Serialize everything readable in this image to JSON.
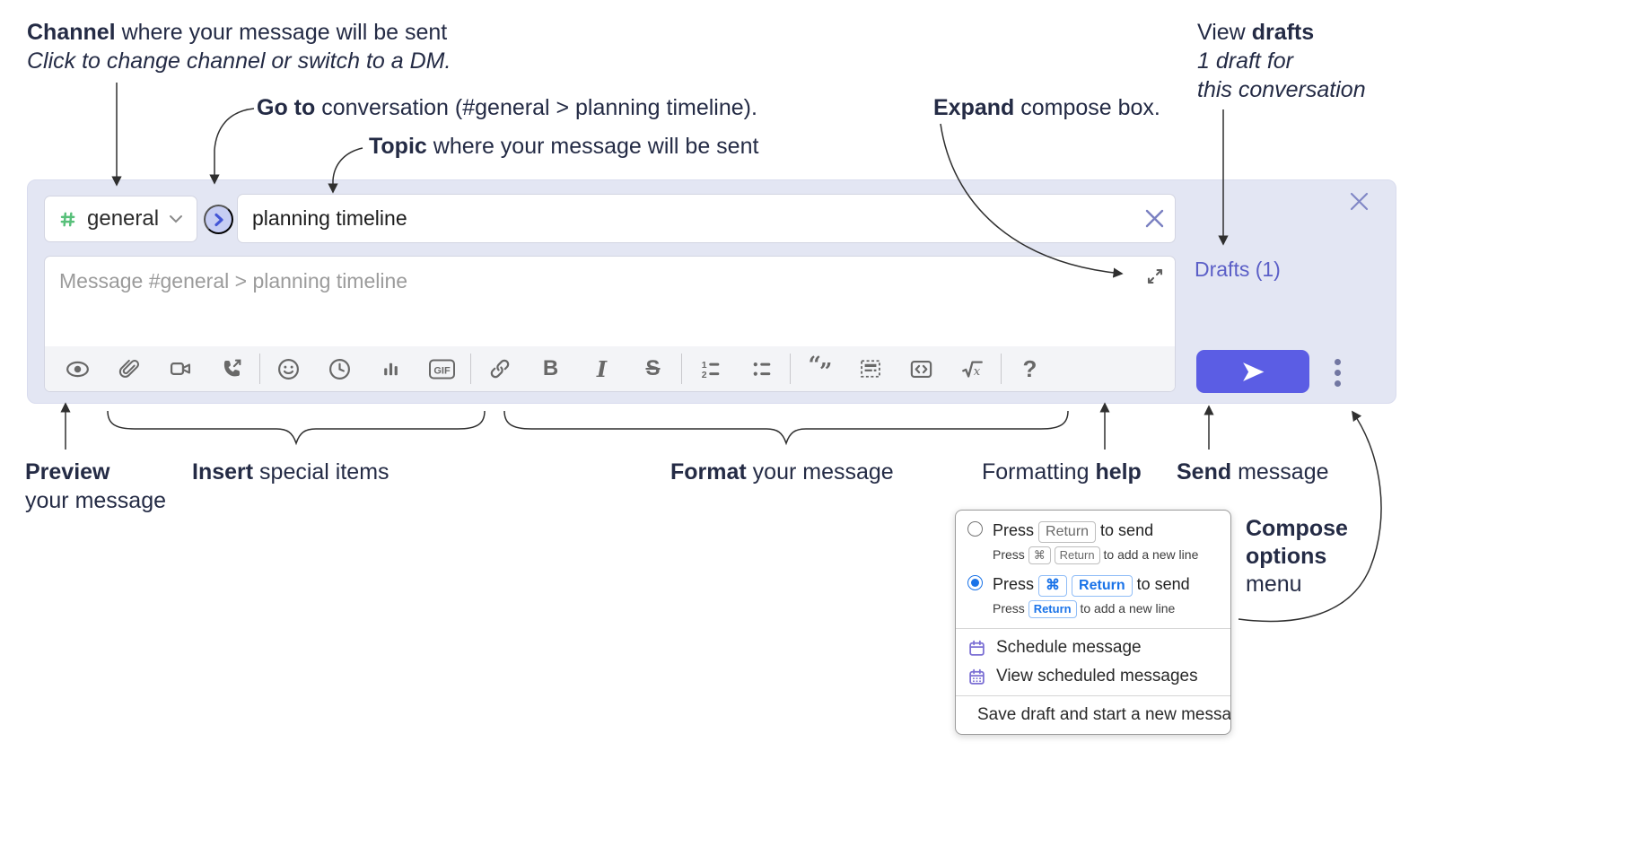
{
  "colors": {
    "compose_bg": "#e3e6f3",
    "send_button": "#5b5de4",
    "drafts_link": "#5b5fc7",
    "kbd_blue": "#1a73e8",
    "menu_icon_purple": "#7b6fd4",
    "hash_green": "#58c07a",
    "annotation_text": "#242b45"
  },
  "annotations": {
    "channel_line1_bold": "Channel",
    "channel_line1_rest": " where your message will be sent",
    "channel_line2": "Click to change channel or switch to a DM.",
    "goto_bold": "Go to",
    "goto_rest": " conversation (#general > planning timeline).",
    "topic_bold": "Topic",
    "topic_rest": " where your message will be sent",
    "expand_bold": "Expand",
    "expand_rest": " compose box.",
    "drafts_line1_pre": "View ",
    "drafts_line1_bold": "drafts",
    "drafts_line2": "1 draft for",
    "drafts_line3": "this conversation",
    "preview_bold": "Preview",
    "preview_line2": "your message",
    "insert_bold": "Insert",
    "insert_rest": " special items",
    "format_bold": "Format",
    "format_rest": " your message",
    "help_pre": "Formatting ",
    "help_bold": "help",
    "send_bold": "Send",
    "send_rest": " message",
    "compose_line1": "Compose",
    "compose_line2": "options",
    "compose_line3": "menu"
  },
  "compose": {
    "channel_name": "general",
    "topic_value": "planning timeline",
    "message_placeholder": "Message #general > planning timeline",
    "drafts_link": "Drafts (1)",
    "toolbar_icon_names": [
      "preview-eye",
      "attach-file",
      "video-call",
      "voice-call",
      "emoji",
      "time",
      "poll",
      "gif",
      "link",
      "bold",
      "italic",
      "strikethrough",
      "numbered-list",
      "bulleted-list",
      "quote",
      "spoiler",
      "code",
      "math",
      "help"
    ],
    "toolbar": {
      "gif_label": "GIF",
      "bold_label": "B",
      "italic_label": "I",
      "strike_label": "S",
      "help_label": "?",
      "ol_num1": "1",
      "ol_num2": "2",
      "quote_open": "“",
      "quote_close": "”",
      "math_x": "x"
    }
  },
  "menu": {
    "option_return": {
      "selected": false,
      "t1": "Press ",
      "k1": "Return",
      "t2": " to send",
      "s1": "Press ",
      "sk1": "⌘",
      "sk2": "Return",
      "s2": " to add a new line"
    },
    "option_cmd_return": {
      "selected": true,
      "t1": "Press ",
      "k1": "⌘",
      "k2": "Return",
      "t2": " to send",
      "s1": "Press ",
      "sk1": "Return",
      "s2": " to add a new line"
    },
    "items": {
      "schedule": "Schedule message",
      "view_scheduled": "View scheduled messages",
      "save_draft": "Save draft and start a new message"
    }
  }
}
